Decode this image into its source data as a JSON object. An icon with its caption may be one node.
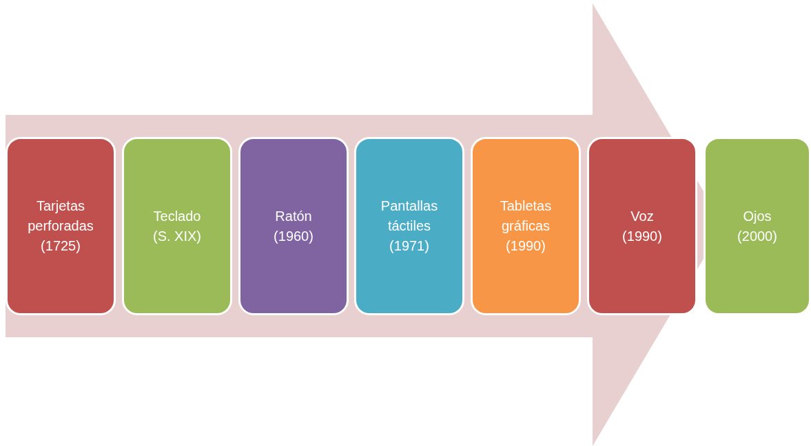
{
  "diagram": {
    "nodes": [
      {
        "text": [
          "Tarjetas perforadas",
          "(1725)"
        ]
      },
      {
        "text": [
          "Teclado",
          "(S. XIX)"
        ]
      },
      {
        "text": [
          "Ratón",
          "(1960)"
        ]
      },
      {
        "text": [
          "Pantallas táctiles",
          "(1971)"
        ]
      },
      {
        "text": [
          "Tabletas gráficas",
          "(1990)"
        ]
      },
      {
        "text": [
          "Voz",
          "(1990)"
        ]
      },
      {
        "text": [
          "Ojos",
          "(2000)"
        ]
      }
    ]
  }
}
